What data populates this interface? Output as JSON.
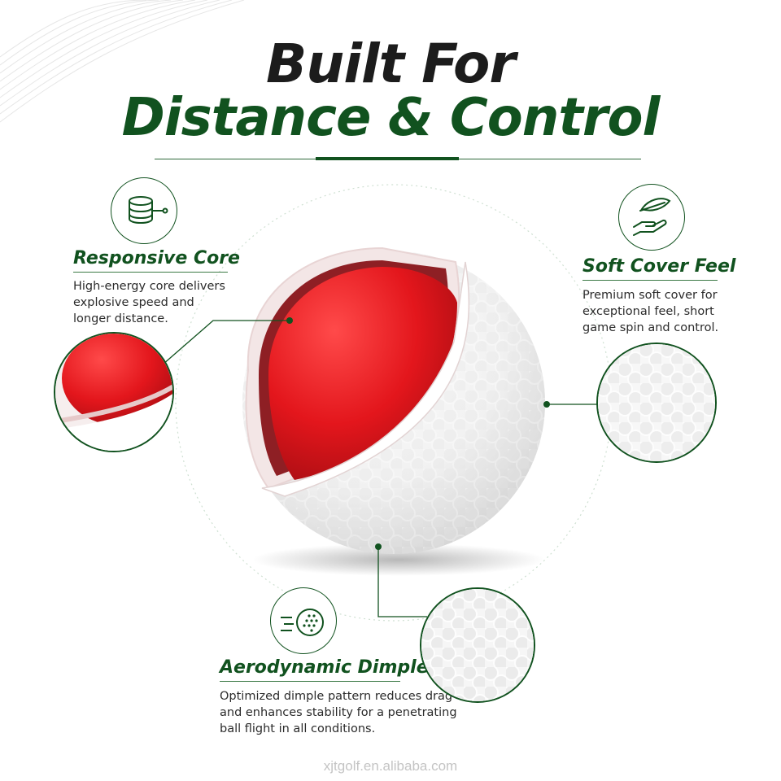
{
  "header": {
    "title_line1": "Built For",
    "title_line2": "Distance & Control"
  },
  "features": {
    "core": {
      "title": "Responsive Core",
      "text": "High-energy core delivers\nexplosive speed and\nlonger distance.",
      "icon": "database-core-icon"
    },
    "cover": {
      "title": "Soft Cover Feel",
      "text": "Premium soft cover for\nexceptional feel, short\ngame spin and control.",
      "icon": "feather-hand-icon"
    },
    "dimples": {
      "title": "Aerodynamic Dimples",
      "text": "Optimized dimple pattern reduces drag\nand enhances stability for a penetrating\nball flight in all conditions.",
      "icon": "golf-ball-motion-icon"
    }
  },
  "watermark": "xjtgolf.en.alibaba.com",
  "colors": {
    "brand_green": "#11521f",
    "core_red": "#e0151b",
    "title_dark": "#1c1c1c"
  }
}
